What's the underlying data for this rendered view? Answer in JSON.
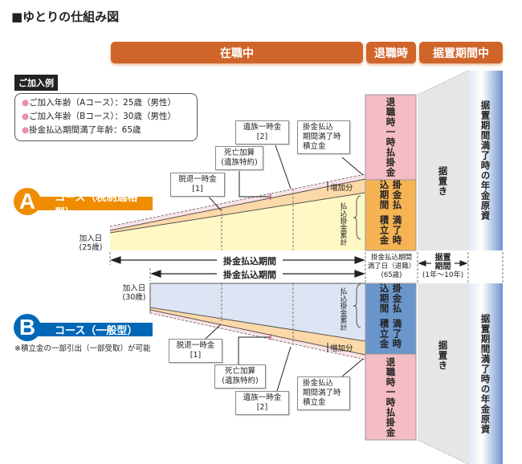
{
  "title": "■ゆとりの仕組み図",
  "phases": [
    "在職中",
    "退職時",
    "据置期間中"
  ],
  "example": {
    "label": "ご加入例",
    "items": [
      "ご加入年齢（Aコース）：25歳（男性）",
      "ご加入年齢（Bコース）：30歳（男性）",
      "掛金払込期間満了年齢：65歳"
    ]
  },
  "course_a": {
    "letter": "A",
    "name": "コース（税制適格型）",
    "join": [
      "加入日",
      "(25歳)"
    ]
  },
  "course_b": {
    "letter": "B",
    "name": "コース（一般型）",
    "note": "※積立金の一部引出（一部受取）が可能",
    "join": [
      "加入日",
      "(30歳)"
    ]
  },
  "callouts": {
    "withdrawal": [
      "脱退一時金",
      "[1]"
    ],
    "death": [
      "死亡加算",
      "(遺族特約)"
    ],
    "survivor": [
      "遺族一時金",
      "[2]"
    ],
    "maturity": [
      "掛金払込",
      "期間満了時",
      "積立金"
    ]
  },
  "increase": "増加分",
  "cumulative": "払込掛金累計",
  "payment_period": "掛金払込期間",
  "retire_lump": "退職時一時払掛金",
  "maturity_col": [
    "掛金払込期間",
    "満了時積立金"
  ],
  "deferral": "据置き",
  "pension_fund": "据置期間満了時の年金原資",
  "maturity_date": [
    "掛金払込期間",
    "満了日（退職）",
    "(65歳)"
  ],
  "deferral_period": [
    "据置",
    "期間",
    "(1年〜10年)"
  ],
  "colors": {
    "orange": "#d0652a",
    "pink": "#f4bcc3",
    "yellow": "#fdf8c4",
    "amber": "#f5b354",
    "blue": "#6a96cc",
    "paleblue": "#dde5f4",
    "courseA": "#f08c00",
    "courseB": "#0068b7"
  }
}
